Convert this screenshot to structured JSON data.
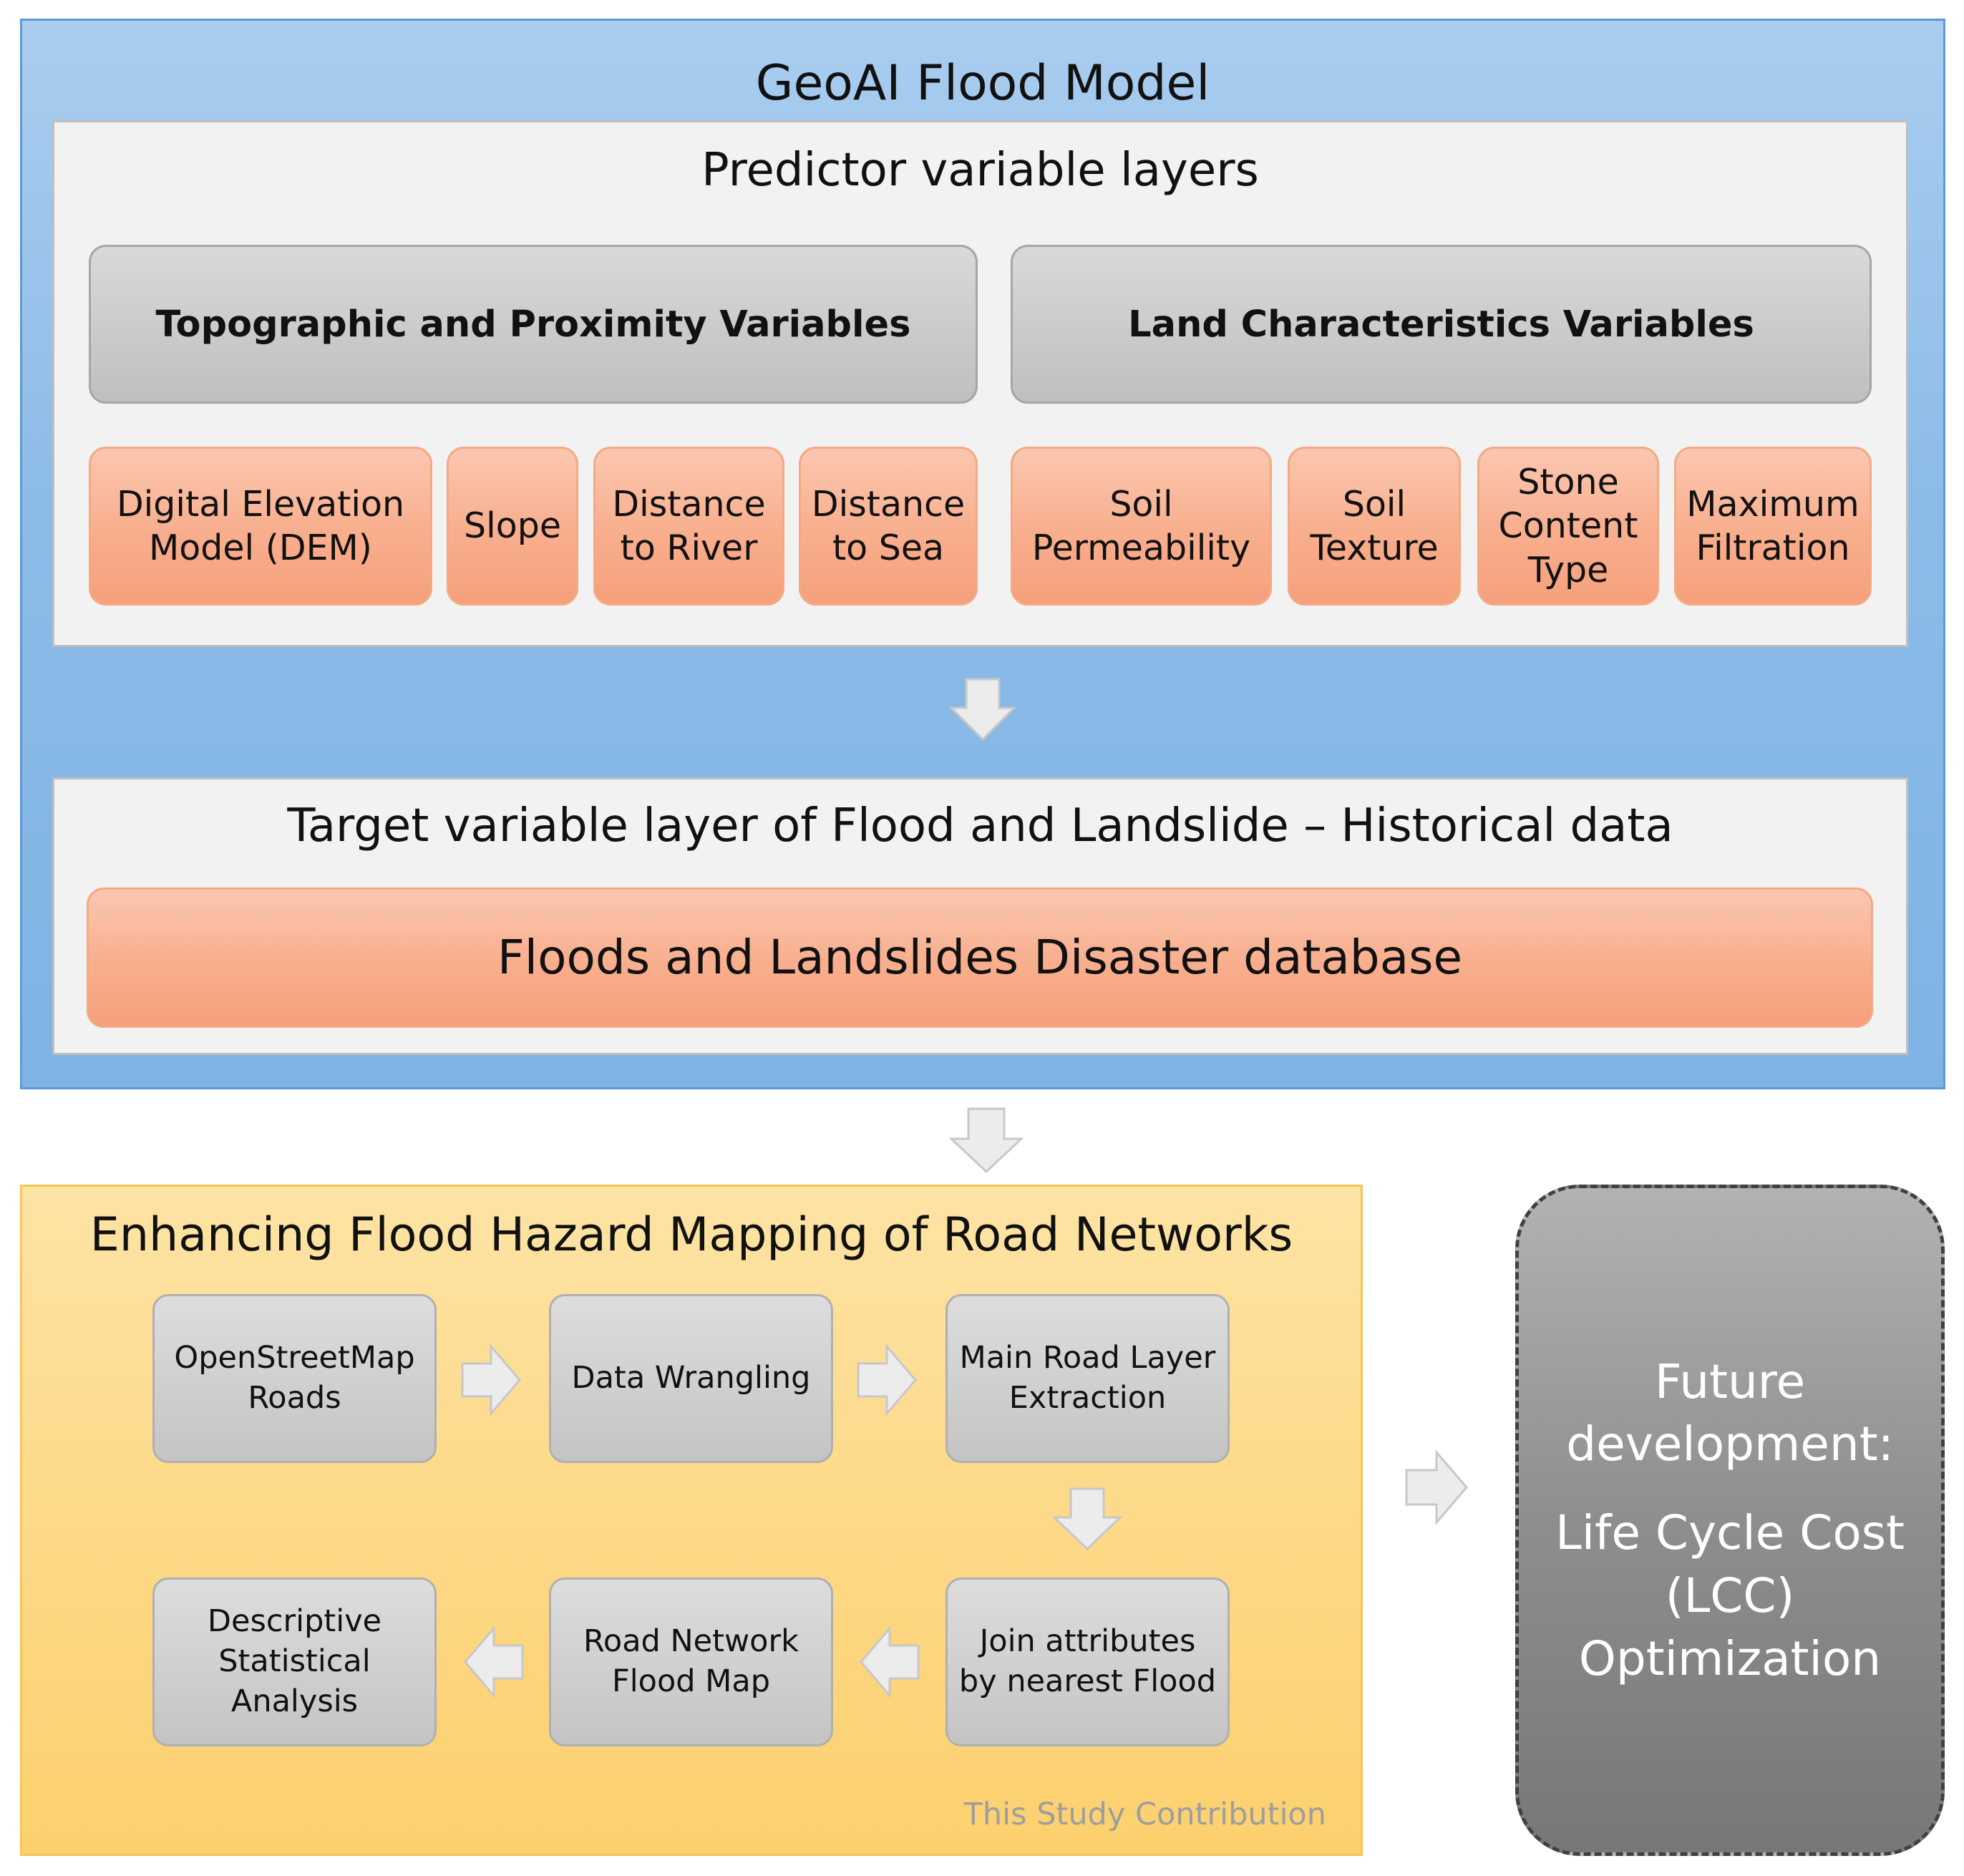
{
  "geoai": {
    "title": "GeoAI Flood Model",
    "predictor_title": "Predictor variable layers",
    "group_topo": "Topographic and Proximity Variables",
    "group_land": "Land Characteristics Variables",
    "topo_vars": [
      "Digital Elevation\nModel (DEM)",
      "Slope",
      "Distance\nto River",
      "Distance\nto Sea"
    ],
    "land_vars": [
      "Soil\nPermeability",
      "Soil\nTexture",
      "Stone\nContent\nType",
      "Maximum\nFiltration"
    ],
    "target_title": "Target variable layer of Flood and Landslide – Historical data",
    "database": "Floods and Landslides Disaster database"
  },
  "road": {
    "title": "Enhancing Flood Hazard Mapping of Road Networks",
    "steps": [
      "OpenStreetMap\nRoads",
      "Data Wrangling",
      "Main Road Layer\nExtraction",
      "Join attributes\nby nearest Flood",
      "Road Network\nFlood Map",
      "Descriptive\nStatistical\nAnalysis"
    ],
    "contribution": "This Study Contribution"
  },
  "future": {
    "heading": "Future\ndevelopment:",
    "body": "Life Cycle Cost\n(LCC)\nOptimization"
  },
  "colors": {
    "blue_panel": "#8cbbe7",
    "orange_box": "#f8ae8d",
    "yellow_panel": "#fdd988",
    "grey_box": "#c4c4c4",
    "future_box": "#8e8e8e"
  }
}
